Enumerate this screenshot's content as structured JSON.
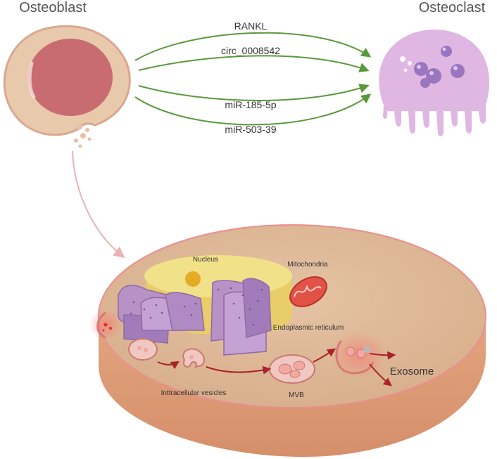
{
  "titles": {
    "left": "Osteoblast",
    "right": "Osteoclast"
  },
  "signals": [
    "RANKL",
    "circ_0008542",
    "miR-185-5p",
    "miR-503-39"
  ],
  "organelles": {
    "nucleus": "Nucleus",
    "mitochondria": "Mitochondria",
    "er": "Endoplasmic reticulum",
    "vesicles": "Inttracellular vesicles",
    "mvb": "MVB",
    "exosome": "Exosome"
  },
  "colors": {
    "arrow_green": "#5a9a3c",
    "release_arrow": "#e9b3b3",
    "cell_body": "#e6c3a4",
    "nucleus": "#c4666f",
    "osteoclast": "#e0b6e2",
    "pathway_arrow": "#a8232a"
  }
}
